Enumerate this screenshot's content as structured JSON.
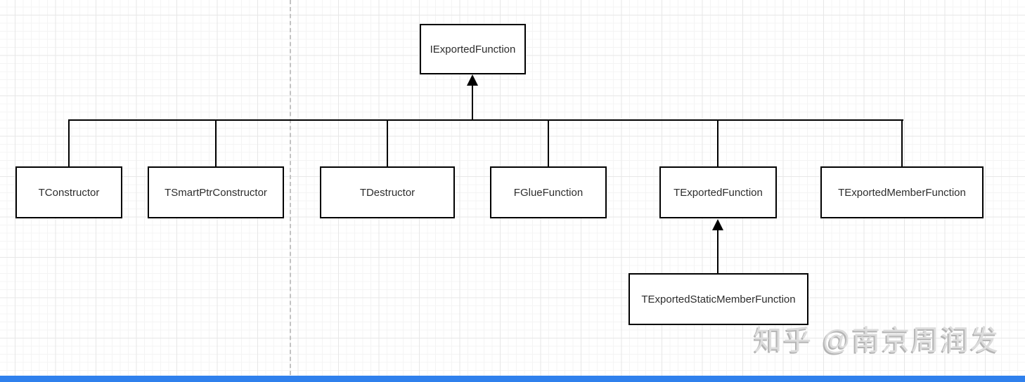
{
  "diagram": {
    "root": {
      "label": "IExportedFunction"
    },
    "children": [
      {
        "label": "TConstructor"
      },
      {
        "label": "TSmartPtrConstructor"
      },
      {
        "label": "TDestructor"
      },
      {
        "label": "FGlueFunction"
      },
      {
        "label": "TExportedFunction"
      },
      {
        "label": "TExportedMemberFunction"
      }
    ],
    "grandchildren": [
      {
        "label": "TExportedStaticMemberFunction",
        "parent": "TExportedFunction"
      }
    ],
    "edges": [
      {
        "from": "child-bus",
        "to": "IExportedFunction",
        "style": "arrow-up"
      },
      {
        "from": "TExportedStaticMemberFunction",
        "to": "TExportedFunction",
        "style": "arrow-up"
      }
    ]
  },
  "watermark": {
    "text": "知乎 @南京周润发"
  },
  "colors": {
    "line": "#000000",
    "box_fill": "#ffffff",
    "text": "#2d2d2d",
    "grid_minor": "#f4f4f4",
    "grid_major": "#e7e7e7",
    "dashed_guide": "#c2c2c2",
    "watermark": "#c4c4c4",
    "bottom_bar": "#2f80ed"
  }
}
